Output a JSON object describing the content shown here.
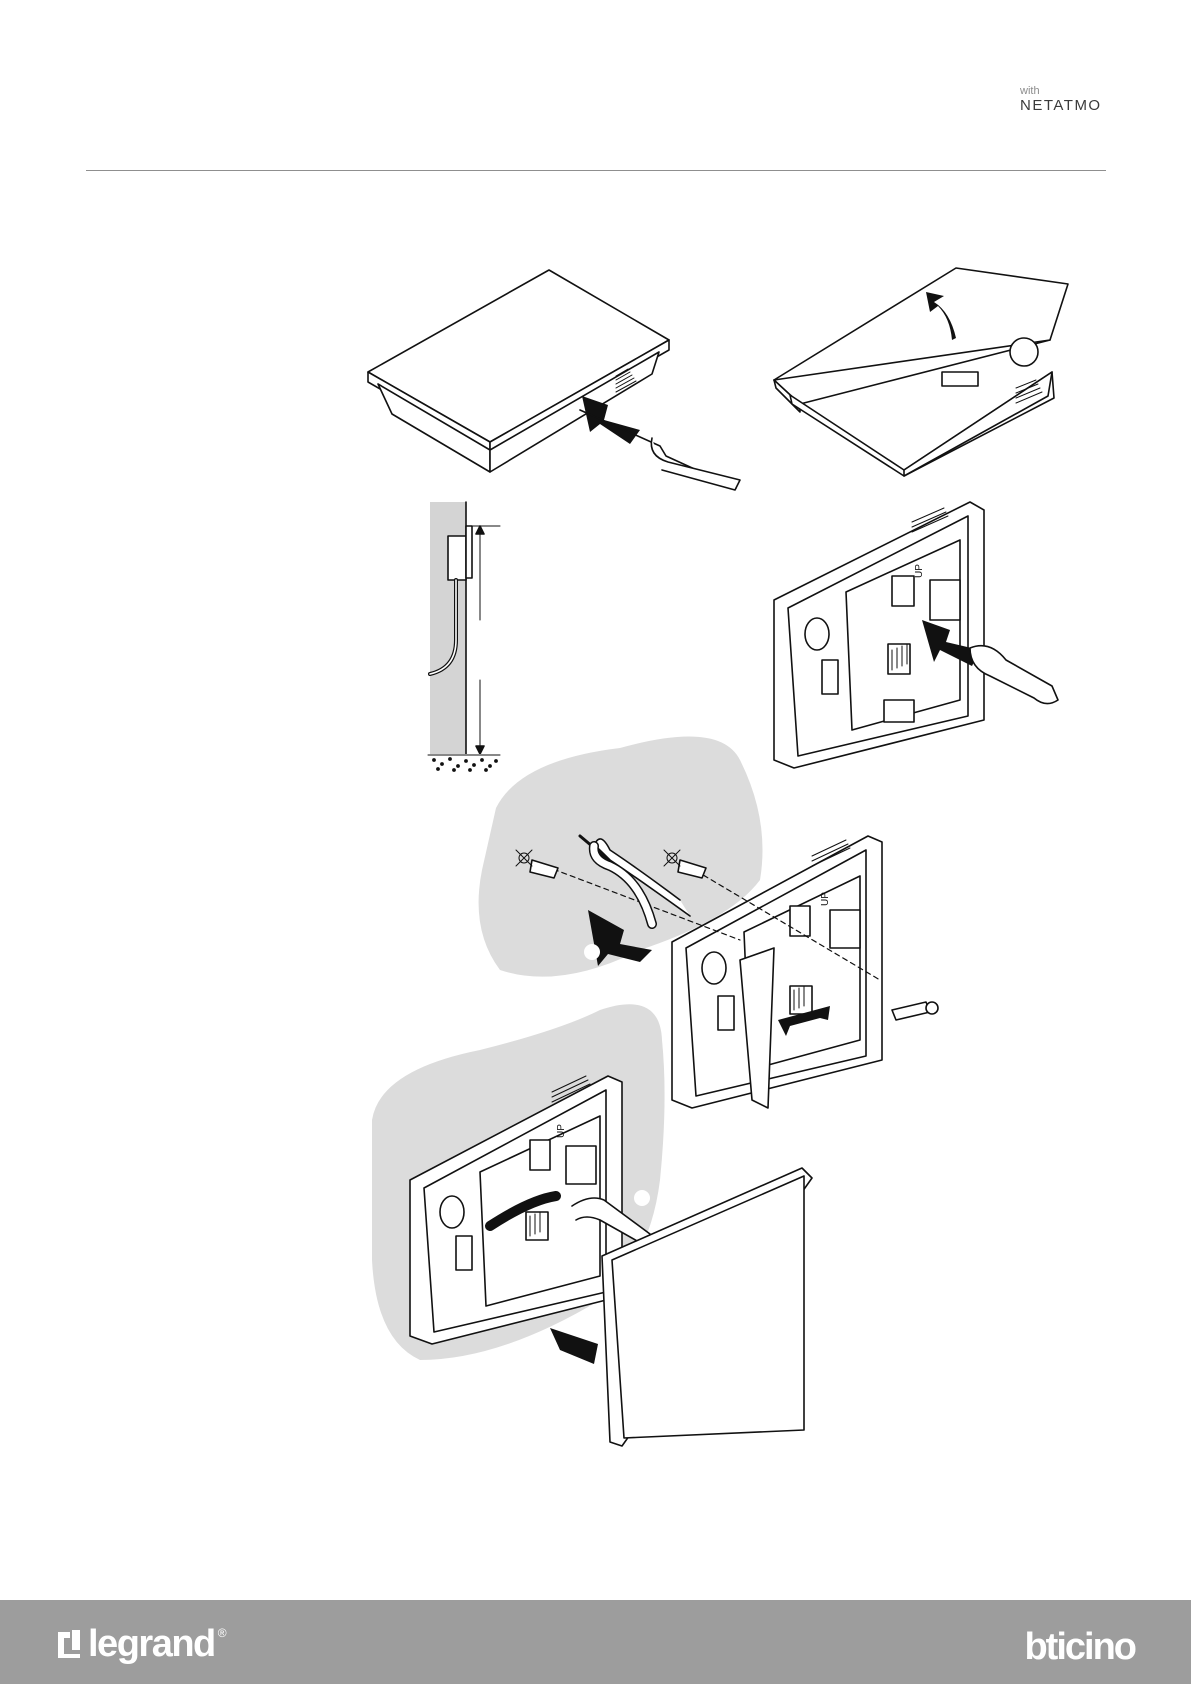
{
  "header": {
    "with_label": "with",
    "partner_brand": "NETATMO"
  },
  "illustration": {
    "step_labels": [
      "UP",
      "UP",
      "UP"
    ]
  },
  "footer": {
    "left_brand": "legrand",
    "left_brand_mark": "®",
    "right_brand": "bticino",
    "background": "#9d9d9d"
  }
}
